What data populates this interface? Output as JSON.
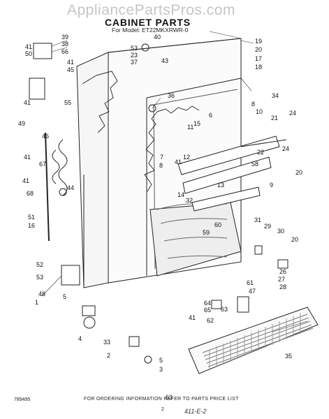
{
  "header": {
    "watermark": "AppliancePartsPros.com",
    "title": "CABINET PARTS",
    "model_line": "For Model: ET22MKXRWR-0"
  },
  "footer": {
    "ordering_info": "FOR ORDERING INFORMATION REFER TO PARTS PRICE LIST",
    "page_number": "2",
    "document_code": "789495",
    "handwritten_note": "411-E-2"
  },
  "part_numbers": [
    "1",
    "2",
    "3",
    "4",
    "5",
    "6",
    "7",
    "8",
    "9",
    "10",
    "11",
    "12",
    "13",
    "14",
    "15",
    "16",
    "17",
    "18",
    "19",
    "20",
    "21",
    "22",
    "23",
    "24",
    "26",
    "27",
    "28",
    "29",
    "30",
    "31",
    "32",
    "33",
    "34",
    "35",
    "36",
    "37",
    "38",
    "39",
    "40",
    "41",
    "43",
    "44",
    "45",
    "46",
    "47",
    "48",
    "49",
    "50",
    "51",
    "52",
    "53",
    "55",
    "58",
    "59",
    "60",
    "61",
    "62",
    "63",
    "64",
    "65",
    "66",
    "67",
    "68"
  ]
}
